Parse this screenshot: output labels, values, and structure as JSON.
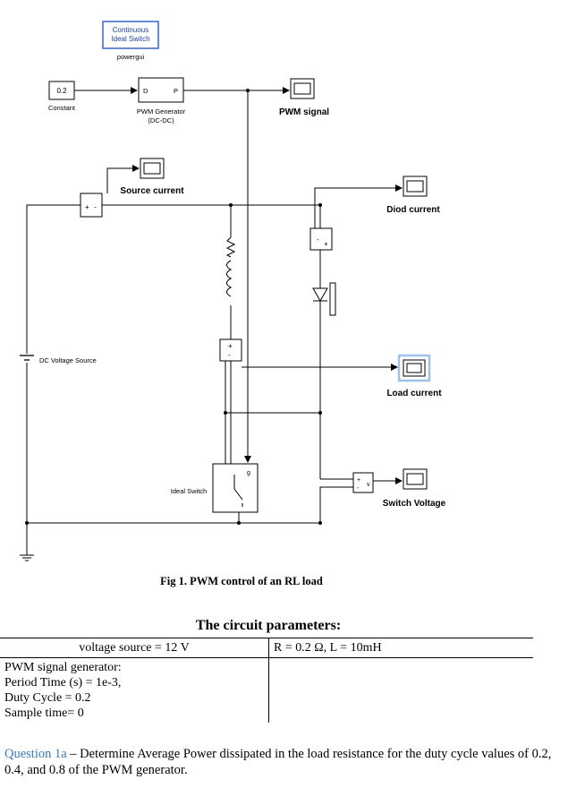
{
  "blocks": {
    "powergui": {
      "line1": "Continuous",
      "line2": "Ideal Switch",
      "label": "powergui"
    },
    "constant": {
      "value": "0.2",
      "label": "Constant"
    },
    "pwm_generator": {
      "port_in": "D",
      "port_out": "P",
      "label_line1": "PWM Generator",
      "label_line2": "(DC-DC)"
    },
    "pwm_scope": {
      "label": "PWM signal"
    },
    "source_current_scope": {
      "label": "Source current"
    },
    "diode_current_scope": {
      "label": "Diod current"
    },
    "load_current_scope": {
      "label": "Load current"
    },
    "switch_voltage_scope": {
      "label": "Switch Voltage"
    },
    "dc_source": {
      "label": "DC Voltage Source"
    },
    "ideal_switch": {
      "label": "Ideal Switch",
      "gate_port": "g"
    },
    "voltage_meas": {
      "port_label": "v"
    },
    "current_meas": {
      "plus": "+",
      "minus": "-",
      "plus_sym": "+",
      "minus_sym": "-"
    }
  },
  "caption": "Fig 1. PWM control of an RL load",
  "parameters": {
    "title": "The circuit parameters:",
    "voltage_source": "voltage source = 12 V",
    "rl": "R = 0.2 Ω, L = 10mH",
    "pwm_title": "PWM signal generator:",
    "period": "Period Time (s) = 1e-3,",
    "duty": "Duty Cycle = 0.2",
    "sample": "Sample time= 0"
  },
  "question": {
    "label": "Question 1a",
    "text": " – Determine Average Power dissipated in the load resistance for the duty cycle values of 0.2, 0.4, and 0.8 of the PWM generator."
  },
  "colors": {
    "line": "#000000",
    "scope_highlight": "#9cc3ea",
    "question_label": "#3a79b8"
  }
}
